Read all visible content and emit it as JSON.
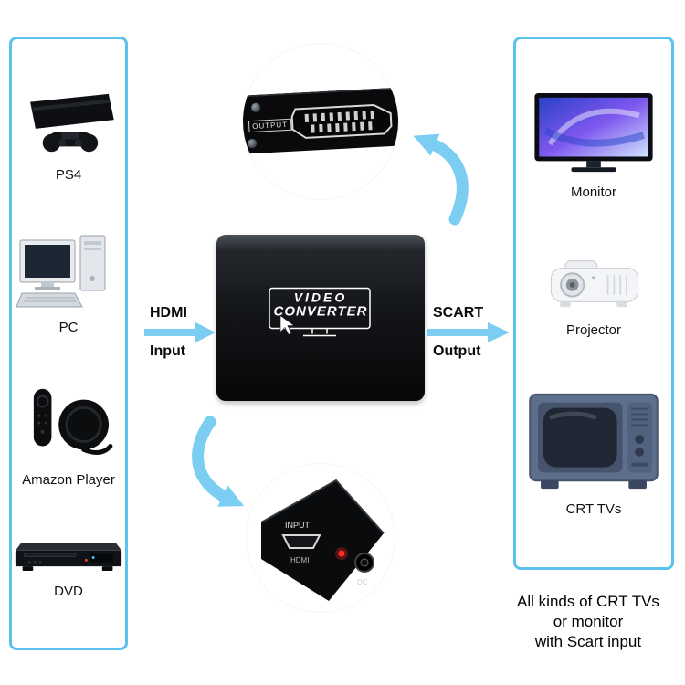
{
  "colors": {
    "accent_border": "#5BC2EE",
    "arrow": "#7BCDF2",
    "converter_body": "#0E1013"
  },
  "left_panel": {
    "items": [
      {
        "label": "PS4",
        "icon": "ps4-icon"
      },
      {
        "label": "PC",
        "icon": "desktop-pc-icon"
      },
      {
        "label": "Amazon Player",
        "icon": "streaming-player-icon"
      },
      {
        "label": "DVD",
        "icon": "dvd-player-icon"
      }
    ]
  },
  "right_panel": {
    "items": [
      {
        "label": "Monitor",
        "icon": "flat-monitor-icon"
      },
      {
        "label": "Projector",
        "icon": "projector-icon"
      },
      {
        "label": "CRT TVs",
        "icon": "crt-tv-icon"
      }
    ]
  },
  "converter": {
    "brand_line1": "VIDEO",
    "brand_line2": "CONVERTER"
  },
  "hdmi_input": {
    "line1": "HDMI",
    "line2": "Input"
  },
  "scart_output": {
    "line1": "SCART",
    "line2": "Output"
  },
  "top_inset": {
    "port_label": "OUTPUT"
  },
  "bottom_inset": {
    "port_label_top": "INPUT",
    "port_label_bottom": "HDMI",
    "dc_label": "DC"
  },
  "caption": {
    "line1": "All kinds of CRT TVs",
    "line2": "or monitor",
    "line3": "with Scart input"
  }
}
